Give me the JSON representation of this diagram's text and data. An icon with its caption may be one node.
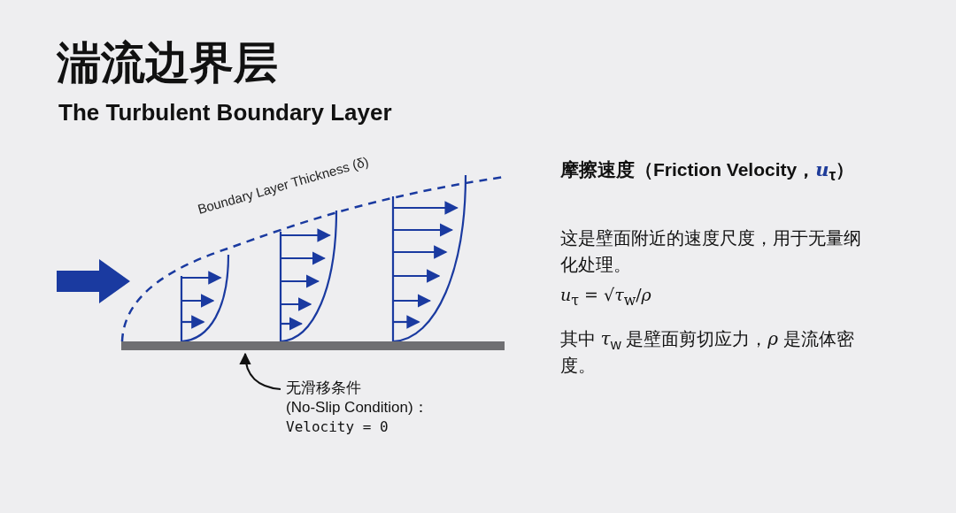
{
  "diagram": {
    "title": "湍流边界层",
    "nodes": [
      {
        "text": [
          "无滑移条件",
          "(No-Slip Condition)：",
          "Velocity = 0"
        ]
      },
      {
        "text": [],
        "shape": "bar"
      }
    ],
    "edges": [
      {
        "from": 0,
        "to": 1,
        "arrow": "to"
      }
    ],
    "labels": [
      "The Turbulent Boundary Layer",
      "Boundary Layer Thickness (δ)",
      "摩擦速度（Friction Velocity，*u*$_{τ}$）",
      "这是壁面附近的速度尺度，用于无量纲化处理。",
      "*u*$_{τ}$ = √*τ*$_{w}$/*ρ*",
      "其中 *τ*$_{w}$ 是壁面剪切应力，*ρ* 是流体密度。"
    ]
  }
}
